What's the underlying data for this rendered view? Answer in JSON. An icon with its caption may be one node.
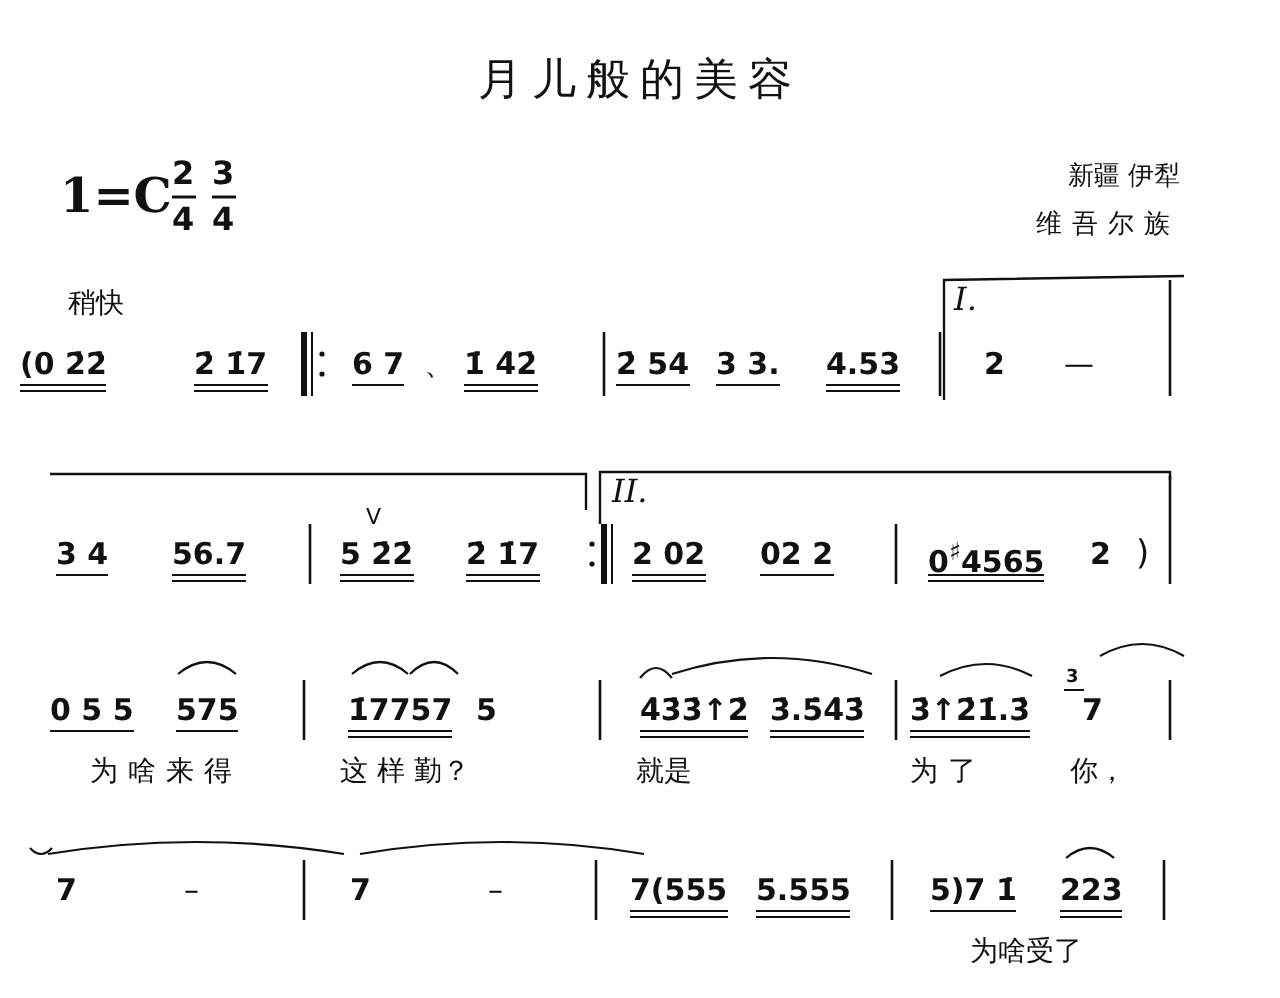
{
  "diagram": {
    "title": "月儿般的美容",
    "labels": [
      "1=C",
      "2",
      "4",
      "3",
      "4",
      "新疆  伊犁",
      "维吾尔族",
      "稍快",
      "(0 2̇2̇",
      "2̇ 1̇7",
      "6 7",
      "、",
      "1̇ 4̇2̇",
      "2̇ 54",
      "3 3.",
      "4.53",
      "I.",
      "2",
      "—",
      "3 4",
      "56.7",
      "V",
      "5 2̇2̇",
      "2̇ 1̇7",
      "II.",
      "2 02",
      "02 2",
      "0$^{♯}$4565",
      "2",
      ")",
      "0 5 5",
      "575",
      "1̇7757",
      "5",
      "4̇3̇3̇↑2̇",
      "3̇.5̇4̇3̇",
      "3̇↑2̇1̇.3̇",
      "3",
      "7",
      "为啥来得",
      "这 样 勤？",
      "就是",
      "为了",
      "你，",
      "7",
      "–",
      "7",
      "–",
      "7(555",
      "5.555",
      "5)7 1̇",
      "223",
      "为啥受了"
    ]
  }
}
